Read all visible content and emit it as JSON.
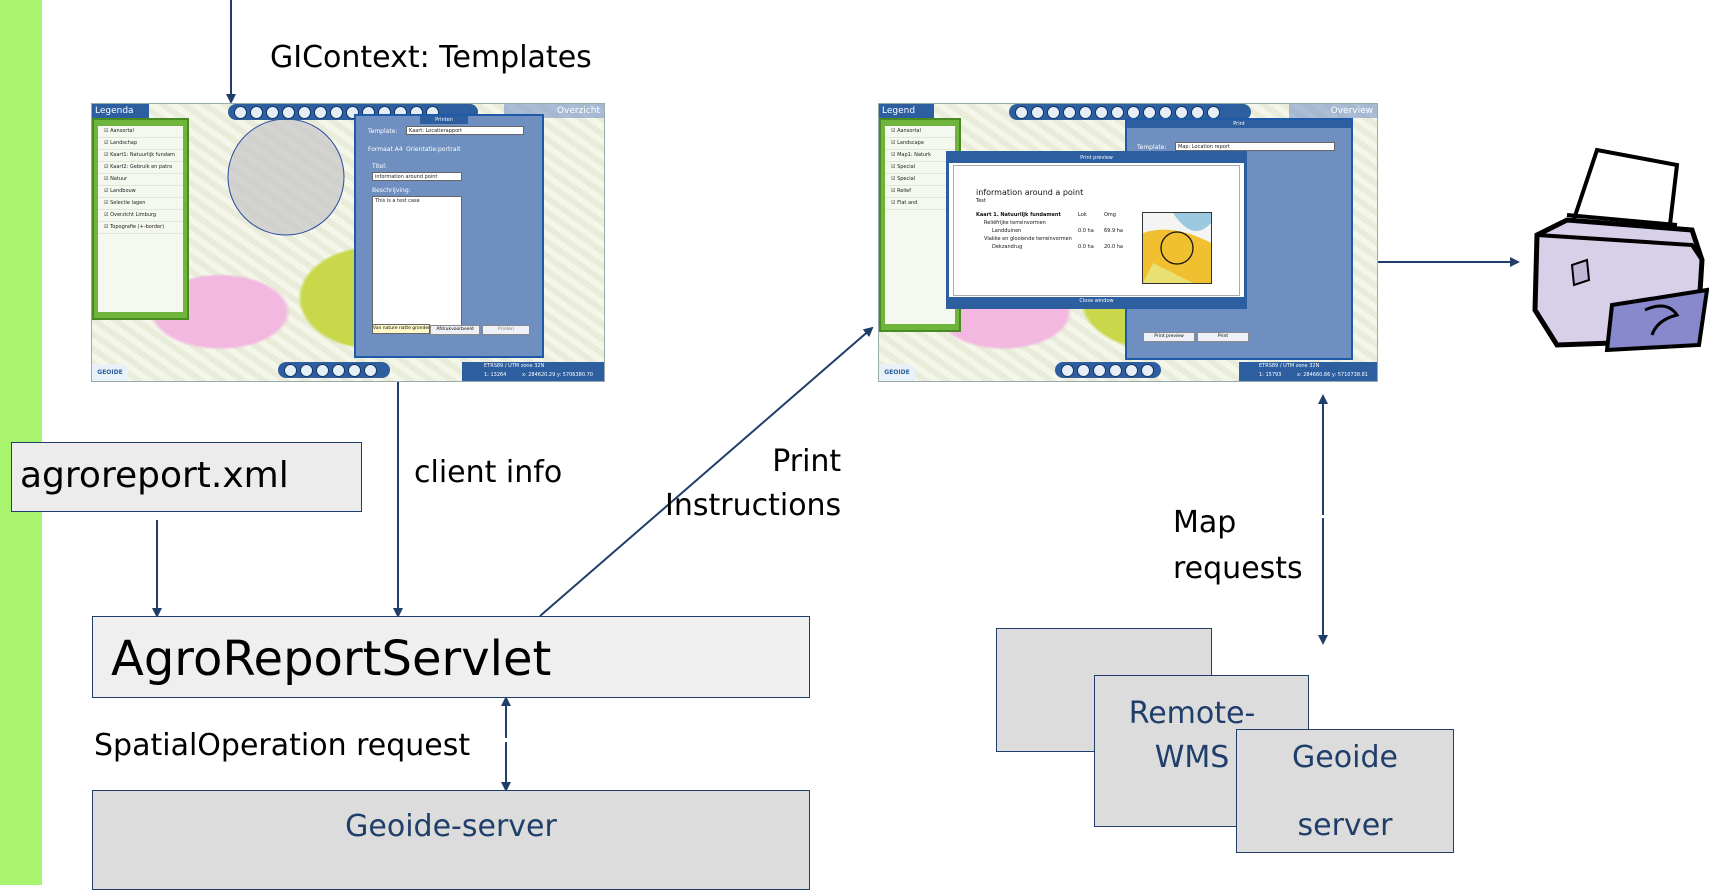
{
  "top_label": "GIContext: Templates",
  "agroreport_label": "agroreport.xml",
  "client_info_label": "client info",
  "print_instructions_label": "Print\nInstructions",
  "map_requests_label": "Map\nrequests",
  "servlet_label": "AgroReportServlet",
  "spatial_label": "SpatialOperation request",
  "geoide_server_label": "Geoide-server",
  "remote_wms_label": "Remote-\nWMS",
  "geoide_label": "Geoide",
  "server_label": "server",
  "colors": {
    "sidebar": "#a9f46f",
    "arrow": "#1f3e6a",
    "box_fill": "#eeeeee",
    "box_fill_dark": "#dcdcdc",
    "server_text": "#1f3e6a"
  },
  "screenshot_left": {
    "legend_title": "Legenda",
    "overview_label": "Overzicht",
    "layers": [
      "Aansortal",
      "Landschap",
      "Kaart1: Natuurlijk fundam",
      "Kaart2: Gebruik en patro",
      "Natuur",
      "Landbouw",
      "Selectie lagen",
      "Overzicht Limburg",
      "Topografie (+-border)"
    ],
    "panel_title": "Printen",
    "template_label": "Template:",
    "template_value": "Kaart: Locatierapport",
    "format_label": "Formaat A4",
    "orientation_label": "Orientatie:",
    "orientation_value": "portrait",
    "title_label": "Titel:",
    "title_value": "information around point",
    "description_label": "Beschrijving:",
    "description_value": "This is a test case",
    "preview_button": "Afdrukvoorbeeld",
    "print_button": "Printen",
    "tooltip": "Van nature natte gronden",
    "srs_value": "ETRS89 / UTM zone 32N",
    "scale_value": "1: 13264",
    "coords_value": "x: 284620.29  y: 5706380.70",
    "logo": "GEOIDE"
  },
  "screenshot_right": {
    "legend_title": "Legend",
    "overview_label": "Overview",
    "layers": [
      "Aansortal",
      "Landscape",
      "Map1: Naturk",
      "Special",
      "Special",
      "Relief",
      "Flat and"
    ],
    "print_panel_title": "Print",
    "template_label": "Template:",
    "template_value": "Map: Location report",
    "preview_title": "Print preview",
    "report_title": "information around a point",
    "report_subtitle": "Test",
    "report_rows": [
      [
        "Kaart 1. Natuurlijk fundament",
        "Lok",
        "Omg"
      ],
      [
        "Reliëfrijke terreinvormen",
        "",
        ""
      ],
      [
        "Landduinen",
        "0.0 ha",
        "69.9 ha"
      ],
      [
        "Vlakke en glooiende terreinvormen",
        "",
        ""
      ],
      [
        "Dekzandrug",
        "0.0 ha",
        "20.0 ha"
      ]
    ],
    "close_window": "Close window",
    "preview_button": "Print preview",
    "print_button": "Print",
    "srs_value": "ETRS89 / UTM zone 32N",
    "scale_value": "1: 15793",
    "coords_value": "x: 284660.86  y: 5710738.81",
    "logo": "GEOIDE"
  }
}
